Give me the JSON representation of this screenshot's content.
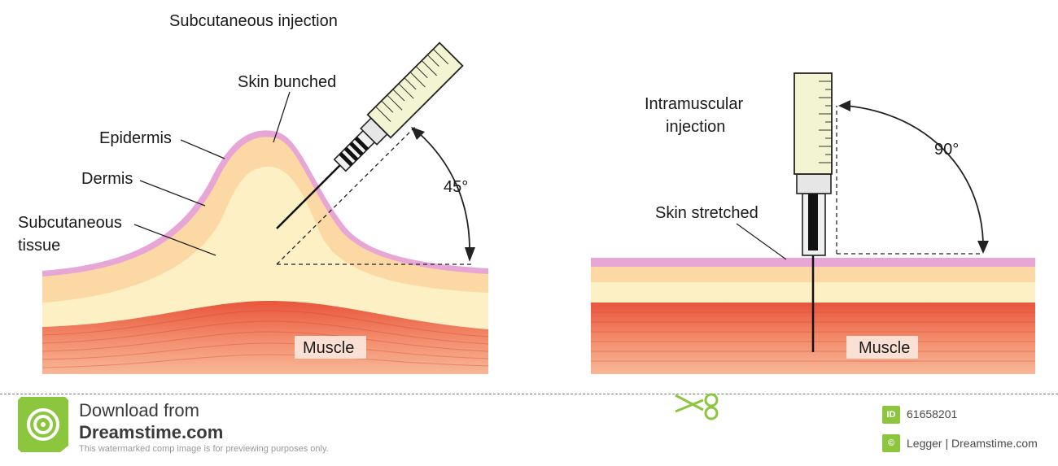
{
  "left_panel": {
    "title": "Subcutaneous injection",
    "label_skin_bunched": "Skin bunched",
    "label_epidermis": "Epidermis",
    "label_dermis": "Dermis",
    "label_subcutaneous_line1": "Subcutaneous",
    "label_subcutaneous_line2": "tissue",
    "label_angle": "45°",
    "label_muscle": "Muscle"
  },
  "right_panel": {
    "title_line1": "Intramuscular",
    "title_line2": "injection",
    "label_skin_stretched": "Skin stretched",
    "label_angle": "90°",
    "label_muscle": "Muscle"
  },
  "footer": {
    "download_text": "Download from",
    "brand": "Dreamstime.com",
    "note": "This watermarked comp image is for previewing purposes only.",
    "id_badge": "ID",
    "id_value": "61658201",
    "copyright_badge": "©",
    "credit": "Legger | Dreamstime.com"
  },
  "colors": {
    "epidermis": "#e7a6d6",
    "dermis": "#fcd9a4",
    "subcutaneous": "#fdf0c4",
    "muscle": "#ee7a5c",
    "syringe_barrel": "#f2f4d2",
    "footer_green": "#8cc63f"
  }
}
